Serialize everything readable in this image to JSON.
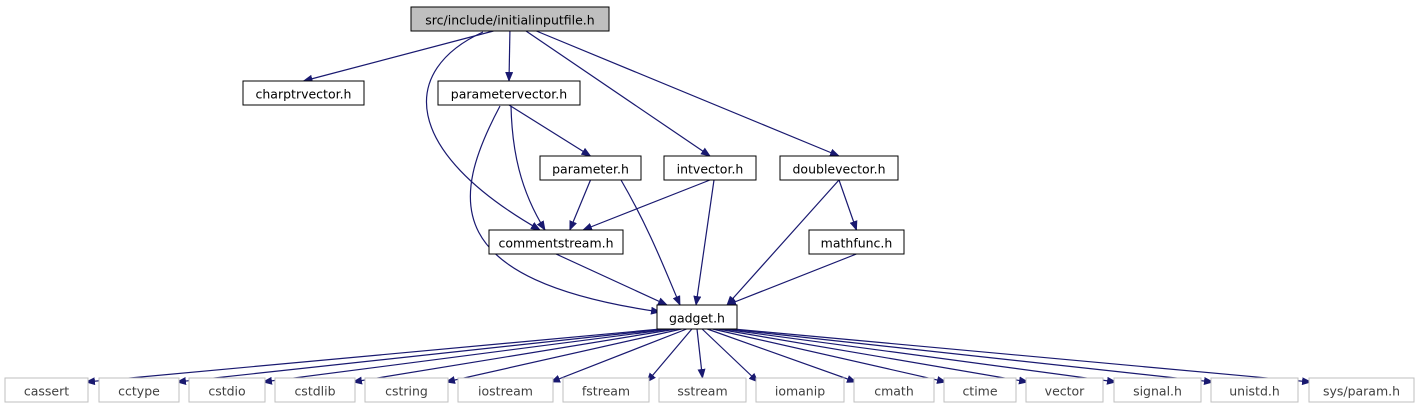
{
  "diagram": {
    "nodes": [
      {
        "id": "initialinputfile",
        "label": "src/include/initialinputfile.h",
        "style": "root"
      },
      {
        "id": "charptrvector",
        "label": "charptrvector.h",
        "style": "normal"
      },
      {
        "id": "parametervector",
        "label": "parametervector.h",
        "style": "normal"
      },
      {
        "id": "parameter",
        "label": "parameter.h",
        "style": "normal"
      },
      {
        "id": "intvector",
        "label": "intvector.h",
        "style": "normal"
      },
      {
        "id": "doublevector",
        "label": "doublevector.h",
        "style": "normal"
      },
      {
        "id": "commentstream",
        "label": "commentstream.h",
        "style": "normal"
      },
      {
        "id": "mathfunc",
        "label": "mathfunc.h",
        "style": "normal"
      },
      {
        "id": "gadget",
        "label": "gadget.h",
        "style": "normal"
      },
      {
        "id": "cassert",
        "label": "cassert",
        "style": "system"
      },
      {
        "id": "cctype",
        "label": "cctype",
        "style": "system"
      },
      {
        "id": "cstdio",
        "label": "cstdio",
        "style": "system"
      },
      {
        "id": "cstdlib",
        "label": "cstdlib",
        "style": "system"
      },
      {
        "id": "cstring",
        "label": "cstring",
        "style": "system"
      },
      {
        "id": "iostream",
        "label": "iostream",
        "style": "system"
      },
      {
        "id": "fstream",
        "label": "fstream",
        "style": "system"
      },
      {
        "id": "sstream",
        "label": "sstream",
        "style": "system"
      },
      {
        "id": "iomanip",
        "label": "iomanip",
        "style": "system"
      },
      {
        "id": "cmath",
        "label": "cmath",
        "style": "system"
      },
      {
        "id": "ctime",
        "label": "ctime",
        "style": "system"
      },
      {
        "id": "vector",
        "label": "vector",
        "style": "system"
      },
      {
        "id": "signal",
        "label": "signal.h",
        "style": "system"
      },
      {
        "id": "unistd",
        "label": "unistd.h",
        "style": "system"
      },
      {
        "id": "sysparam",
        "label": "sys/param.h",
        "style": "system"
      }
    ],
    "edges": [
      [
        "initialinputfile",
        "charptrvector"
      ],
      [
        "initialinputfile",
        "parametervector"
      ],
      [
        "initialinputfile",
        "commentstream"
      ],
      [
        "initialinputfile",
        "intvector"
      ],
      [
        "initialinputfile",
        "doublevector"
      ],
      [
        "parametervector",
        "parameter"
      ],
      [
        "parametervector",
        "commentstream"
      ],
      [
        "parametervector",
        "gadget"
      ],
      [
        "parameter",
        "commentstream"
      ],
      [
        "parameter",
        "gadget"
      ],
      [
        "intvector",
        "commentstream"
      ],
      [
        "intvector",
        "gadget"
      ],
      [
        "doublevector",
        "mathfunc"
      ],
      [
        "doublevector",
        "gadget"
      ],
      [
        "commentstream",
        "gadget"
      ],
      [
        "mathfunc",
        "gadget"
      ],
      [
        "gadget",
        "cassert"
      ],
      [
        "gadget",
        "cctype"
      ],
      [
        "gadget",
        "cstdio"
      ],
      [
        "gadget",
        "cstdlib"
      ],
      [
        "gadget",
        "cstring"
      ],
      [
        "gadget",
        "iostream"
      ],
      [
        "gadget",
        "fstream"
      ],
      [
        "gadget",
        "sstream"
      ],
      [
        "gadget",
        "iomanip"
      ],
      [
        "gadget",
        "cmath"
      ],
      [
        "gadget",
        "ctime"
      ],
      [
        "gadget",
        "vector"
      ],
      [
        "gadget",
        "signal"
      ],
      [
        "gadget",
        "unistd"
      ],
      [
        "gadget",
        "sysparam"
      ]
    ],
    "colors": {
      "edge": "#191970",
      "root_fill": "#bfbfbf",
      "root_stroke": "#000000",
      "normal_stroke": "#000000",
      "system_stroke": "#bfbfbf",
      "system_text": "#404040",
      "text": "#000000"
    }
  }
}
